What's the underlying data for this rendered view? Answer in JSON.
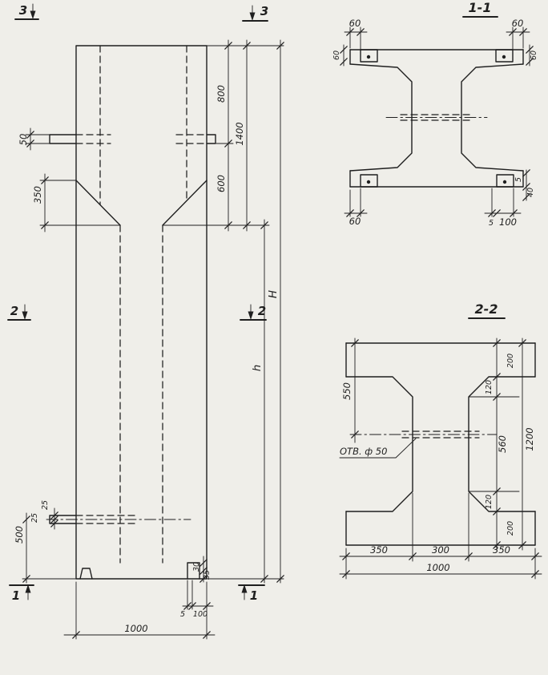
{
  "colors": {
    "paper": "#efeee9",
    "ink": "#1f1f1f"
  },
  "elevation": {
    "markers": {
      "sec3_left": "3",
      "sec3_right": "3",
      "sec2_left": "2",
      "sec2_right": "2",
      "sec1_left": "1",
      "sec1_right": "1"
    },
    "dims": {
      "left_50": "50",
      "left_350": "350",
      "left_25_upper": "25",
      "left_25_lower": "25",
      "left_500": "500",
      "right_800": "800",
      "right_600": "600",
      "right_1400": "1400",
      "right_H": "H",
      "right_h": "h",
      "foot_30": "30",
      "foot_35": "35",
      "foot_5": "5",
      "foot_100": "100",
      "bottom_1000": "1000"
    }
  },
  "section_1_1": {
    "title": "1-1",
    "dims": {
      "top_left_60": "60",
      "top_right_60": "60",
      "side_left_60": "60",
      "side_right_60": "60",
      "bottom_left_60": "60",
      "bottom_5": "5",
      "bottom_100": "100",
      "right_5": "5",
      "right_40": "40"
    }
  },
  "section_2_2": {
    "title": "2-2",
    "hole_label": "ОТВ. ф 50",
    "dims": {
      "left_550": "550",
      "right_200_top": "200",
      "right_120_top": "120",
      "right_560": "560",
      "right_120_bottom": "120",
      "right_200_bottom": "200",
      "right_1200": "1200",
      "bottom_350_left": "350",
      "bottom_300": "300",
      "bottom_350_right": "350",
      "bottom_1000": "1000"
    }
  }
}
